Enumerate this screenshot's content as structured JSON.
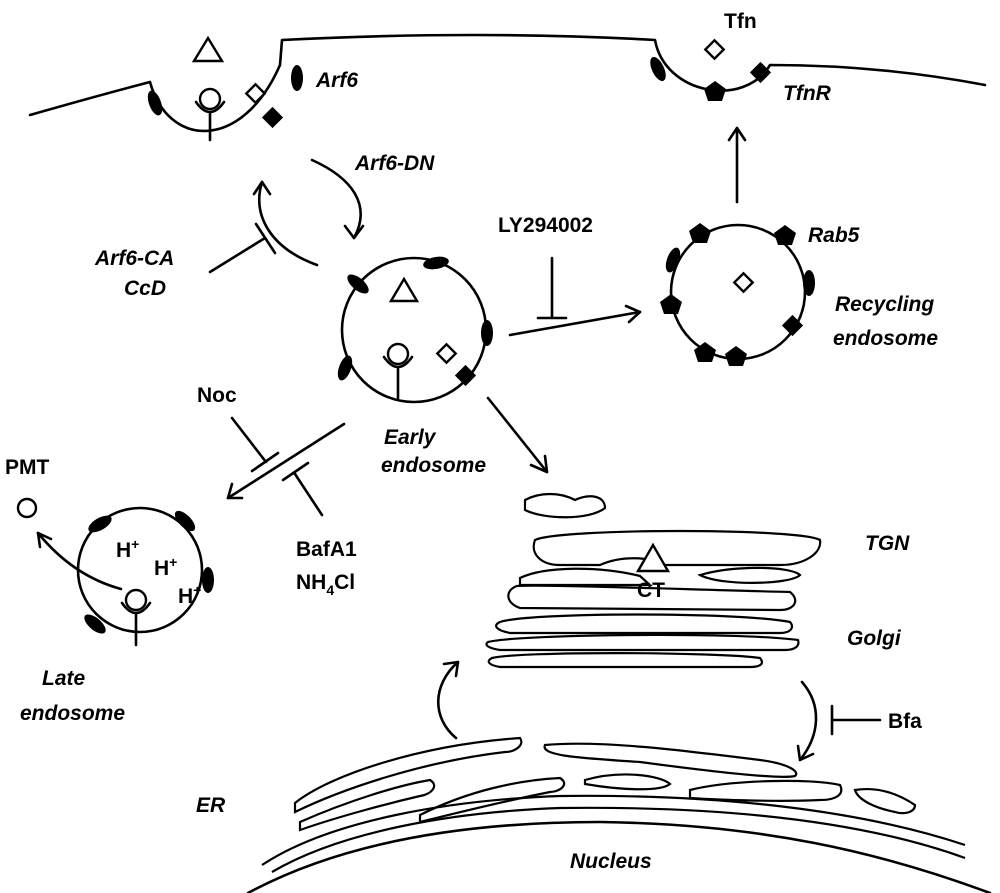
{
  "labels": {
    "tfn": "Tfn",
    "tfnr": "TfnR",
    "arf6": "Arf6",
    "arf6_dn": "Arf6-DN",
    "arf6_ca": "Arf6-CA",
    "ccd": "CcD",
    "ly294002": "LY294002",
    "rab5": "Rab5",
    "recycling_line1": "Recycling",
    "recycling_line2": "endosome",
    "noc": "Noc",
    "early_line1": "Early",
    "early_line2": "endosome",
    "pmt": "PMT",
    "h_plus": "H",
    "plus": "+",
    "bafa1": "BafA1",
    "nh4cl_a": "NH",
    "nh4cl_sub": "4",
    "nh4cl_b": "Cl",
    "late_line1": "Late",
    "late_line2": "endosome",
    "tgn": "TGN",
    "ct": "CT",
    "golgi": "Golgi",
    "bfa": "Bfa",
    "er": "ER",
    "nucleus": "Nucleus"
  }
}
